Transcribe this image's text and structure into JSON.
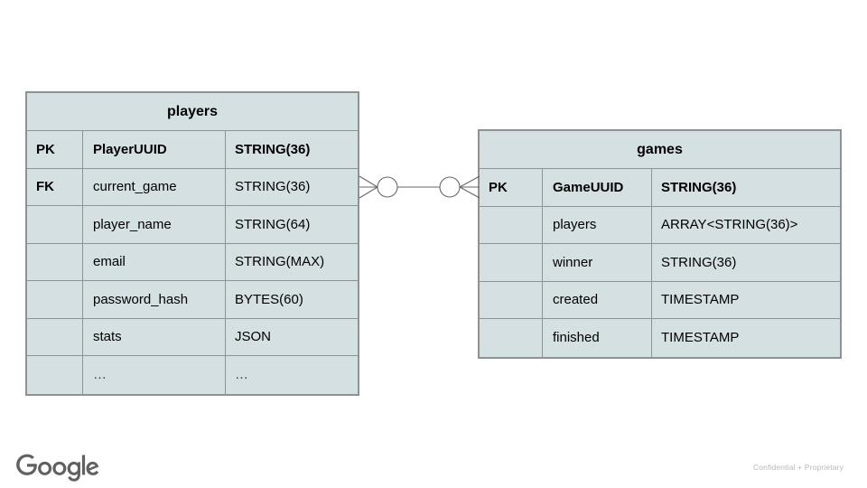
{
  "slide": {
    "background_color": "#ffffff",
    "entity_fill": "#d4e0e2",
    "entity_border": "#8c9396"
  },
  "entities": [
    {
      "name": "players",
      "title": "players",
      "columns": [
        {
          "key": "PK",
          "name": "PlayerUUID",
          "type": "STRING(36)",
          "bold": true
        },
        {
          "key": "FK",
          "name": "current_game",
          "type": "STRING(36)",
          "bold": false
        },
        {
          "key": "",
          "name": "player_name",
          "type": "STRING(64)",
          "bold": false
        },
        {
          "key": "",
          "name": "email",
          "type": "STRING(MAX)",
          "bold": false
        },
        {
          "key": "",
          "name": "password_hash",
          "type": "BYTES(60)",
          "bold": false
        },
        {
          "key": "",
          "name": "stats",
          "type": "JSON",
          "bold": false
        },
        {
          "key": "",
          "name": "…",
          "type": "…",
          "bold": false
        }
      ]
    },
    {
      "name": "games",
      "title": "games",
      "columns": [
        {
          "key": "PK",
          "name": "GameUUID",
          "type": "STRING(36)",
          "bold": true
        },
        {
          "key": "",
          "name": "players",
          "type": "ARRAY<STRING(36)>",
          "bold": false
        },
        {
          "key": "",
          "name": "winner",
          "type": "STRING(36)",
          "bold": false
        },
        {
          "key": "",
          "name": "created",
          "type": "TIMESTAMP",
          "bold": false
        },
        {
          "key": "",
          "name": "finished",
          "type": "TIMESTAMP",
          "bold": false
        }
      ]
    }
  ],
  "relationship": {
    "notation": "crows-foot",
    "from": "players",
    "to": "games",
    "left_end": "zero-or-many",
    "right_end": "zero-or-many",
    "line_color": "#666666"
  },
  "footer": {
    "logo_text": "Google",
    "logo_color": "#616161",
    "note": "Confidential + Proprietary"
  }
}
